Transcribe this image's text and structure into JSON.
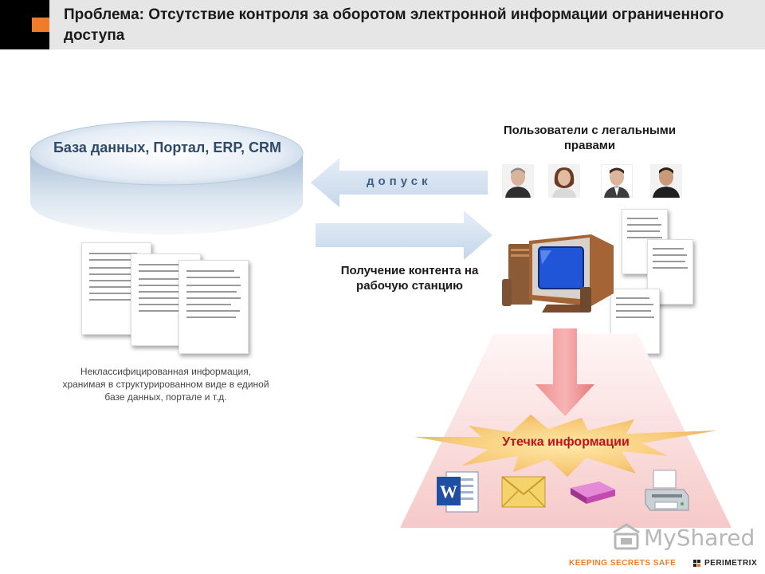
{
  "header": {
    "title": "Проблема: Отсутствие контроля за оборотом электронной информации ограниченного доступа"
  },
  "database": {
    "label": "База данных, Портал, ERP, CRM"
  },
  "flows": {
    "access_label": "допуск",
    "content_label": "Получение контента на рабочую станцию"
  },
  "users": {
    "label": "Пользователи с легальными правами",
    "avatars": [
      "user-avatar",
      "user-avatar",
      "user-avatar",
      "user-avatar"
    ]
  },
  "left_caption": "Неклассифицированная информация, хранимая в структурированном виде в единой базе данных, портале и т.д.",
  "leak": {
    "label": "Утечка информации",
    "channels": [
      "word-document-icon",
      "email-envelope-icon",
      "removable-disk-icon",
      "printer-icon"
    ]
  },
  "watermark": "MyShared",
  "footer": {
    "tagline": "KEEPING SECRETS SAFE",
    "brand": "PERIMETRIX"
  },
  "colors": {
    "accent": "#f07c2a",
    "header_bg": "#e6e6e6",
    "db_blue": "#c9d9ea",
    "arrow_blue": "#d3e1ef",
    "leak_red": "#c0121a",
    "pyramid_pink": "#f9d5d5"
  }
}
